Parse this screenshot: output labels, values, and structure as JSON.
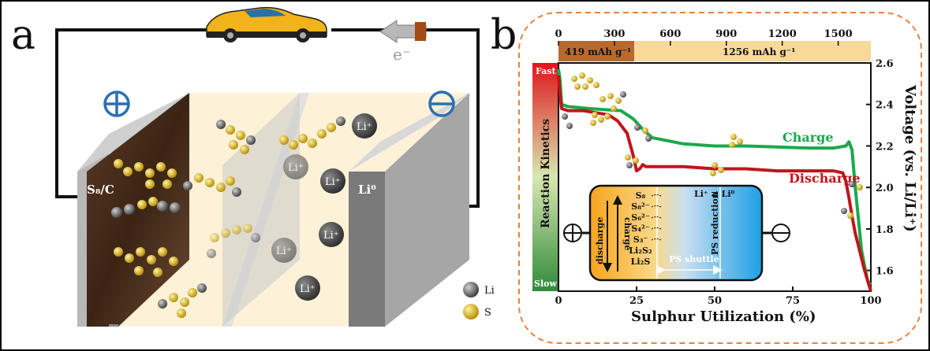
{
  "panel_a": {
    "label": "a",
    "electron_label": "e⁻",
    "cathode_label": "S₈/C",
    "anode_label": "Li⁰",
    "li_ion_label": "Li⁺",
    "legend": {
      "li": "Li",
      "s": "S"
    },
    "plus_icon": "plus-circle-icon",
    "minus_icon": "minus-circle-icon",
    "car_icon": "sports-car-icon"
  },
  "panel_b": {
    "label": "b",
    "top_axis": {
      "ticks": [
        "0",
        "300",
        "600",
        "900",
        "1200",
        "1500"
      ]
    },
    "capacity_bar": {
      "left": "419 mAh g⁻¹",
      "right": "1256 mAh g⁻¹"
    },
    "x_axis": {
      "label": "Sulphur Utilization (%)",
      "ticks": [
        "0",
        "25",
        "50",
        "75",
        "100"
      ]
    },
    "y_axis": {
      "label": "Voltage (vs. Li/Li⁺)",
      "ticks": [
        "2.6",
        "2.4",
        "2.2",
        "2.0",
        "1.8",
        "1.6"
      ]
    },
    "kinetics": {
      "label": "Reaction Kinetics",
      "fast": "Fast",
      "slow": "Slow"
    },
    "series_labels": {
      "charge": "Charge",
      "discharge": "Discharge"
    },
    "inset": {
      "species": [
        "S₈",
        "S₈²⁻",
        "S₆²⁻",
        "S₄²⁻",
        "S₃⁻",
        "Li₂S₂",
        "Li₂S"
      ],
      "discharge": "discharge",
      "charge": "charge",
      "li_reaction": "Li⁺ ⇄ Li⁰",
      "ps_reduction": "PS reduction",
      "ps_shuttle": "PS shuttle"
    },
    "colors": {
      "charge": "#1aa84b",
      "discharge": "#c0151b",
      "accent_orange": "#e8823a"
    }
  },
  "chart_data": {
    "type": "line",
    "xlabel": "Sulphur Utilization (%)",
    "ylabel": "Voltage (vs. Li/Li⁺)",
    "xlim": [
      0,
      100
    ],
    "ylim": [
      1.5,
      2.6
    ],
    "series": [
      {
        "name": "Charge",
        "x": [
          0,
          0.5,
          1,
          3,
          10,
          20,
          24,
          27,
          30,
          40,
          50,
          60,
          70,
          80,
          88,
          92,
          93,
          94,
          95,
          96,
          97,
          98,
          99,
          100
        ],
        "y": [
          2.57,
          2.52,
          2.4,
          2.39,
          2.38,
          2.37,
          2.33,
          2.28,
          2.24,
          2.21,
          2.2,
          2.2,
          2.195,
          2.19,
          2.19,
          2.2,
          2.22,
          2.18,
          2.0,
          1.85,
          1.7,
          1.62,
          1.55,
          1.53
        ]
      },
      {
        "name": "Discharge",
        "x": [
          0,
          0.5,
          1,
          3,
          8,
          12,
          16,
          19,
          22,
          24,
          25,
          26,
          27,
          28,
          30,
          40,
          50,
          60,
          70,
          80,
          88,
          91,
          92,
          93,
          94,
          95,
          96,
          97,
          98,
          99,
          100
        ],
        "y": [
          2.54,
          2.45,
          2.38,
          2.37,
          2.37,
          2.36,
          2.35,
          2.32,
          2.26,
          2.15,
          2.08,
          2.09,
          2.11,
          2.1,
          2.1,
          2.1,
          2.09,
          2.09,
          2.08,
          2.08,
          2.08,
          2.07,
          2.03,
          1.95,
          1.86,
          1.78,
          1.72,
          1.66,
          1.6,
          1.55,
          1.5
        ]
      }
    ]
  }
}
